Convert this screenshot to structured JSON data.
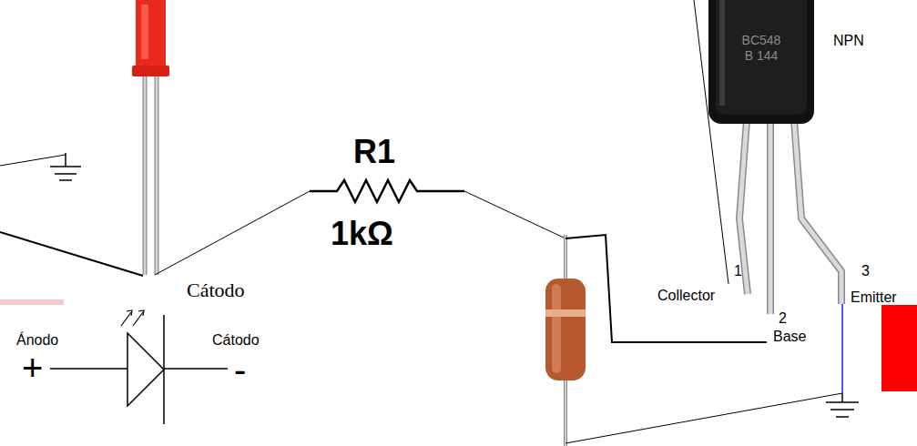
{
  "diagram": {
    "nodes": [
      {
        "text": [
          "BC548 B 144"
        ]
      }
    ],
    "labels": [
      "NPN",
      "R1",
      "1kΩ",
      "Cátodo",
      "Ánodo",
      "+",
      "Cátodo",
      "-",
      "1",
      "Collector",
      "2",
      "Base",
      "3",
      "Emitter"
    ]
  }
}
